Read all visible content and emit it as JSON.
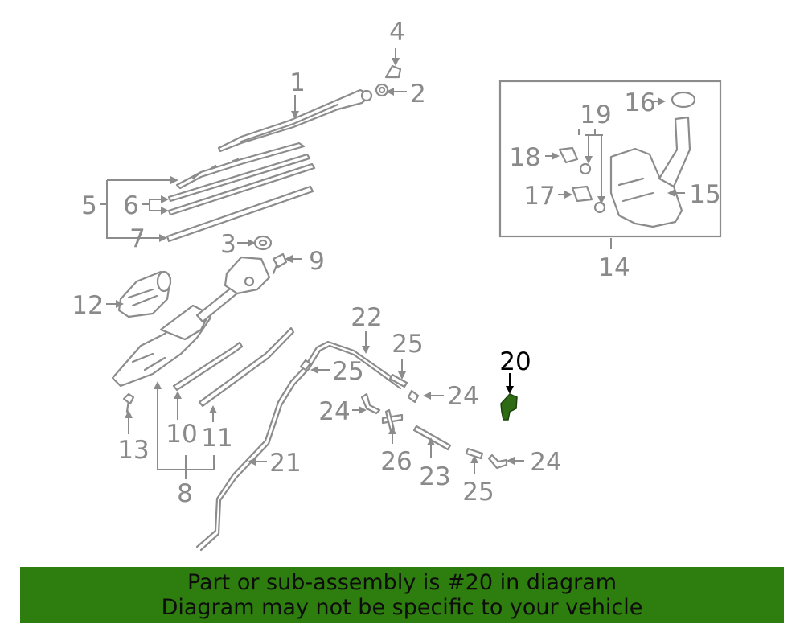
{
  "callouts": {
    "c1": "1",
    "c2": "2",
    "c3": "3",
    "c4": "4",
    "c5": "5",
    "c6": "6",
    "c7": "7",
    "c8": "8",
    "c9": "9",
    "c10": "10",
    "c11": "11",
    "c12": "12",
    "c13": "13",
    "c14": "14",
    "c15": "15",
    "c16": "16",
    "c17": "17",
    "c18": "18",
    "c19": "19",
    "c20": "20",
    "c21": "21",
    "c22": "22",
    "c23": "23",
    "c24a": "24",
    "c24b": "24",
    "c24c": "24",
    "c25a": "25",
    "c25b": "25",
    "c25c": "25",
    "c26": "26"
  },
  "highlighted_part": "20",
  "colors": {
    "highlight": "#2e6b14",
    "banner": "#2e7d0f",
    "line_art": "#8c8c8c"
  },
  "banner": {
    "line1": "Part or sub-assembly is #20 in diagram",
    "line2": "Diagram may not be specific to your vehicle"
  }
}
